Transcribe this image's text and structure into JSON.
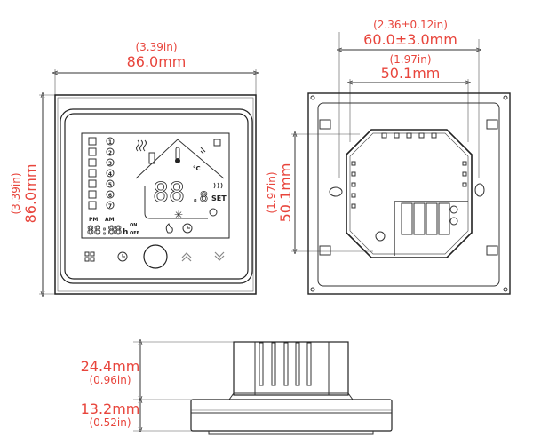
{
  "colors": {
    "dimension_text": "#e8453c",
    "line": "#333333"
  },
  "front_view": {
    "width_in": "(3.39in)",
    "width_mm": "86.0mm",
    "height_in": "(3.39in)",
    "height_mm": "86.0mm",
    "lcd": {
      "pm": "PM",
      "am": "AM",
      "time": "88:88",
      "hours_unit": "h",
      "on": "ON",
      "off": "OFF",
      "set": "SET",
      "temp": "88",
      "temp_decimal": ".8",
      "unit": "°C",
      "program_numbers": [
        "1",
        "2",
        "3",
        "4",
        "5",
        "6",
        "7"
      ]
    },
    "buttons": [
      "menu-icon",
      "clock-icon",
      "power-icon",
      "chevron-up-icon",
      "chevron-down-icon"
    ]
  },
  "back_view": {
    "outer_in": "(2.36±0.12in)",
    "outer_mm": "60.0±3.0mm",
    "inner_in": "(1.97in)",
    "inner_mm": "50.1mm",
    "height_in": "(1.97in)",
    "height_mm": "50.1mm"
  },
  "side_view": {
    "body_mm": "24.4mm",
    "body_in": "(0.96in)",
    "plate_mm": "13.2mm",
    "plate_in": "(0.52in)"
  }
}
